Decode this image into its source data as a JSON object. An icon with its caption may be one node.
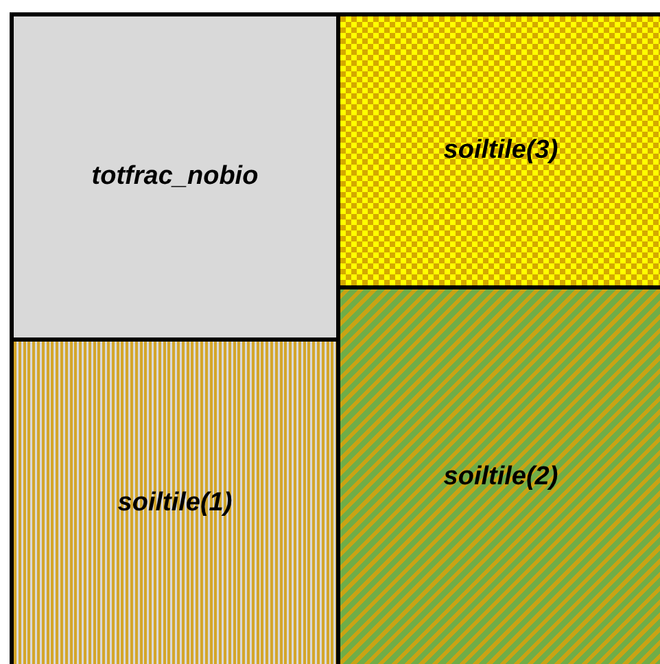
{
  "diagram": {
    "nodes": [
      {
        "text": [
          "totfrac_nobio"
        ]
      },
      {
        "text": [
          "soiltile(3)"
        ]
      },
      {
        "text": [
          "soiltile(1)"
        ]
      },
      {
        "text": [
          "soiltile(2)"
        ]
      }
    ]
  }
}
